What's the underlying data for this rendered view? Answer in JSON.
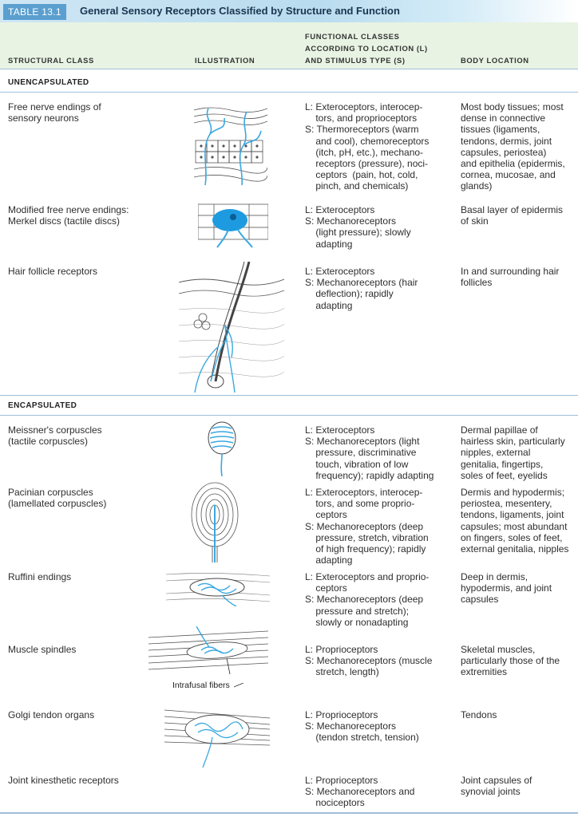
{
  "header": {
    "tag": "TABLE 13.1",
    "title": "General Sensory Receptors Classified by Structure and Function"
  },
  "columns": {
    "structural": "STRUCTURAL CLASS",
    "illustration": "ILLUSTRATION",
    "functional_1": "FUNCTIONAL CLASSES",
    "functional_2": "ACCORDING TO LOCATION (L)",
    "functional_3": "AND STIMULUS TYPE (S)",
    "location": "BODY LOCATION"
  },
  "sections": {
    "unencapsulated": "UNENCAPSULATED",
    "encapsulated": "ENCAPSULATED"
  },
  "rows": [
    {
      "structural": [
        "Free nerve endings of",
        "sensory neurons"
      ],
      "functional": [
        "L: Exteroceptors, interocep-",
        "    tors, and proprioceptors",
        "S: Thermoreceptors (warm",
        "    and cool), chemoreceptors",
        "    (itch, pH, etc.), mechano-",
        "    receptors (pressure), noci-",
        "    ceptors  (pain, hot, cold,",
        "    pinch, and chemicals)"
      ],
      "location": [
        "Most body tissues; most",
        "dense in connective",
        "tissues (ligaments,",
        "tendons, dermis, joint",
        "capsules, periostea)",
        "and epithelia (epidermis,",
        "cornea, mucosae, and",
        "glands)"
      ]
    },
    {
      "structural": [
        "Modified free nerve endings:",
        "Merkel discs (tactile discs)"
      ],
      "functional": [
        "L: Exteroceptors",
        "S: Mechanoreceptors",
        "    (light pressure); slowly",
        "    adapting"
      ],
      "location": [
        "Basal layer of epidermis",
        "of skin"
      ]
    },
    {
      "structural": [
        "Hair follicle receptors"
      ],
      "functional": [
        "L: Exteroceptors",
        "S: Mechanoreceptors (hair",
        "    deflection); rapidly",
        "    adapting"
      ],
      "location": [
        "In and surrounding hair",
        "follicles"
      ]
    },
    {
      "structural": [
        "Meissner's corpuscles",
        "(tactile corpuscles)"
      ],
      "functional": [
        "L: Exteroceptors",
        "S: Mechanoreceptors (light",
        "    pressure, discriminative",
        "    touch, vibration of low",
        "    frequency); rapidly adapting"
      ],
      "location": [
        "Dermal papillae of",
        "hairless skin, particularly",
        "nipples, external",
        "genitalia, fingertips,",
        "soles of feet, eyelids"
      ]
    },
    {
      "structural": [
        "Pacinian corpuscles",
        "(lamellated corpuscles)"
      ],
      "functional": [
        "L: Exteroceptors, interocep-",
        "    tors, and some proprio-",
        "    ceptors",
        "S: Mechanoreceptors (deep",
        "    pressure, stretch, vibration",
        "    of high frequency); rapidly",
        "    adapting"
      ],
      "location": [
        "Dermis and hypodermis;",
        "periostea, mesentery,",
        "tendons, ligaments, joint",
        "capsules; most abundant",
        "on fingers, soles of feet,",
        "external genitalia, nipples"
      ]
    },
    {
      "structural": [
        "Ruffini endings"
      ],
      "functional": [
        "L: Exteroceptors and proprio-",
        "    ceptors",
        "S: Mechanoreceptors (deep",
        "    pressure and stretch);",
        "    slowly or nonadapting"
      ],
      "location": [
        "Deep in dermis,",
        "hypodermis, and joint",
        "capsules"
      ]
    },
    {
      "structural": [
        "Muscle spindles"
      ],
      "functional": [
        "L: Proprioceptors",
        "S: Mechanoreceptors (muscle",
        "    stretch, length)"
      ],
      "location": [
        "Skeletal muscles,",
        "particularly those of the",
        "extremities"
      ]
    },
    {
      "structural": [
        "Golgi tendon organs"
      ],
      "functional": [
        "L: Proprioceptors",
        "S: Mechanoreceptors",
        "    (tendon stretch, tension)"
      ],
      "location": [
        "Tendons"
      ]
    },
    {
      "structural": [
        "Joint kinesthetic receptors"
      ],
      "functional": [
        "L: Proprioceptors",
        "S: Mechanoreceptors and",
        "    nociceptors"
      ],
      "location": [
        "Joint capsules of",
        "synovial joints"
      ]
    }
  ],
  "figure_caption": "Intrafusal fibers",
  "colors": {
    "accent": "#5a9fcf",
    "header_bg": "#e8f3e3",
    "nerve": "#3aa8e0"
  }
}
